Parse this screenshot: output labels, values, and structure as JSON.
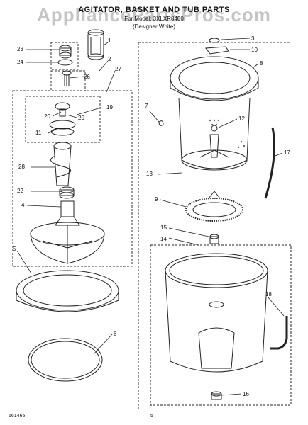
{
  "header": {
    "title": "AGITATOR, BASKET AND TUB PARTS",
    "subtitle_model": "For Model: 3XLXR8400",
    "subtitle_color": "(Designer White)",
    "watermark": "AppliancePartsPros.com"
  },
  "footer": {
    "part_number": "661465",
    "page_number": "5"
  },
  "callouts": [
    "1",
    "2",
    "3",
    "4",
    "5",
    "6",
    "7",
    "8",
    "9",
    "10",
    "11",
    "12",
    "13",
    "14",
    "15",
    "16",
    "17",
    "18",
    "19",
    "20",
    "20",
    "22",
    "23",
    "24",
    "26",
    "27",
    "28"
  ]
}
